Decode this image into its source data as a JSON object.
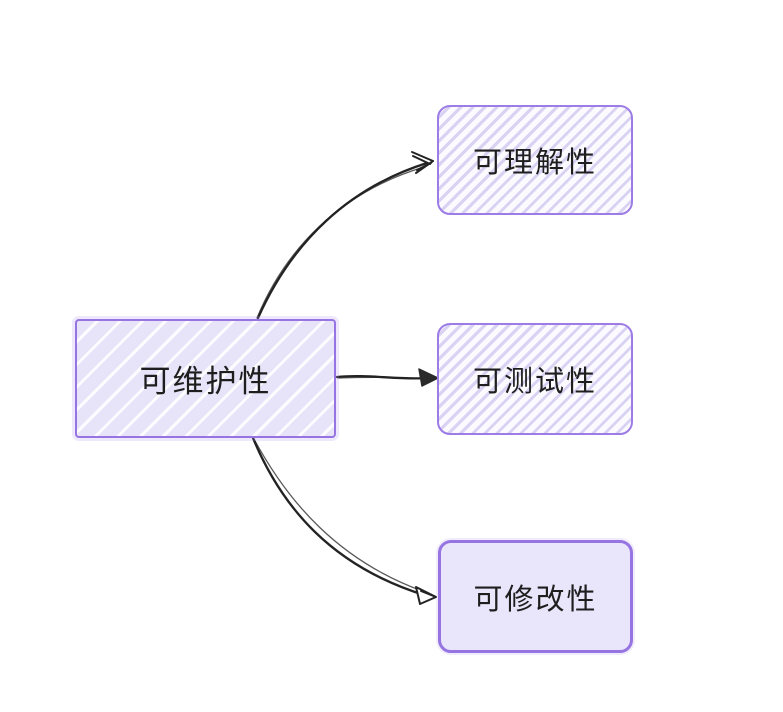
{
  "diagram": {
    "type": "mindmap",
    "nodes": [
      {
        "id": "maintainability",
        "label": "可维护性",
        "role": "root",
        "fill_style": "white-hachure-on-lavender"
      },
      {
        "id": "understandability",
        "label": "可理解性",
        "role": "child",
        "fill_style": "lavender-hachure"
      },
      {
        "id": "testability",
        "label": "可测试性",
        "role": "child",
        "fill_style": "lavender-hachure"
      },
      {
        "id": "modifiability",
        "label": "可修改性",
        "role": "child",
        "fill_style": "solid-lavender"
      }
    ],
    "edges": [
      {
        "from": "可维护性",
        "to": "可理解性",
        "arrowhead": "sketch-lines",
        "shape": "curve-up"
      },
      {
        "from": "可维护性",
        "to": "可测试性",
        "arrowhead": "filled-triangle",
        "shape": "straight"
      },
      {
        "from": "可维护性",
        "to": "可修改性",
        "arrowhead": "open-triangle",
        "shape": "curve-down"
      }
    ],
    "colors": {
      "canvas_background": "#ffffff",
      "node_border": "#9674e2",
      "node_fill_lavender": "#e7e3f8",
      "hachure_stripe": "#d9d2f3",
      "hachure_background": "#fbfaff",
      "solid_fill": "#e9e5fa",
      "arrow_stroke": "#232323",
      "text": "#1e1e1e"
    }
  }
}
